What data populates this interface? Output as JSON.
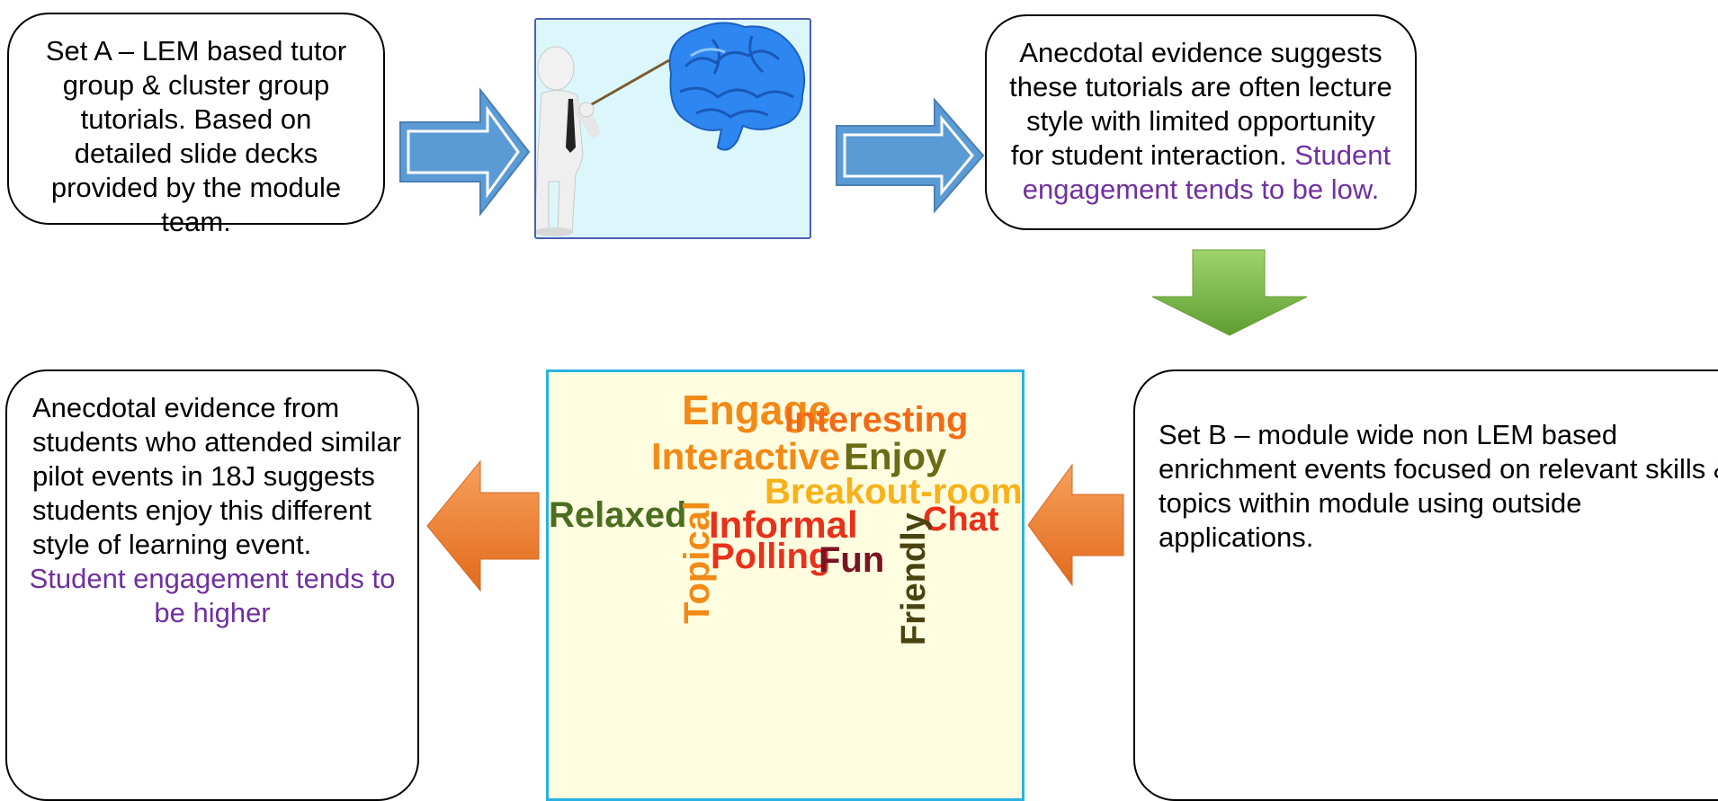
{
  "set_a": {
    "text": "Set A – LEM based tutor group & cluster group tutorials. Based on detailed slide decks provided by the module team."
  },
  "outcome_a": {
    "text": "Anecdotal evidence suggests these tutorials are often lecture style with limited opportunity for student interaction.",
    "highlight": "Student engagement tends to be low."
  },
  "set_b": {
    "text": "Set B – module wide non LEM based enrichment events focused on relevant skills & topics within module using outside applications."
  },
  "outcome_b": {
    "text": "Anecdotal evidence from students who attended similar pilot events in 18J suggests students enjoy this different style of learning event.",
    "highlight": "Student engagement tends to be higher"
  },
  "word_cloud": {
    "words": [
      "Engage",
      "Interesting",
      "Interactive",
      "Enjoy",
      "Breakout-room",
      "Relaxed",
      "Topical",
      "Informal",
      "Chat",
      "Friendly",
      "Polling",
      "Fun"
    ],
    "colors": {
      "orange": "#f28a17",
      "amber": "#f7b21b",
      "olive": "#6b6c16",
      "green": "#4a6e1f",
      "red": "#e8311b",
      "maroon": "#7a1324",
      "dark": "#49440f"
    }
  },
  "icons": [
    "teacher-pointing-icon",
    "brain-icon",
    "right-arrow-icon",
    "down-arrow-icon",
    "left-arrow-icon"
  ],
  "colors": {
    "highlight_text": "#7030a0",
    "blue_arrow": "#5b9bd5",
    "green_arrow": "#70ad47",
    "orange_arrow": "#ed7d31"
  }
}
